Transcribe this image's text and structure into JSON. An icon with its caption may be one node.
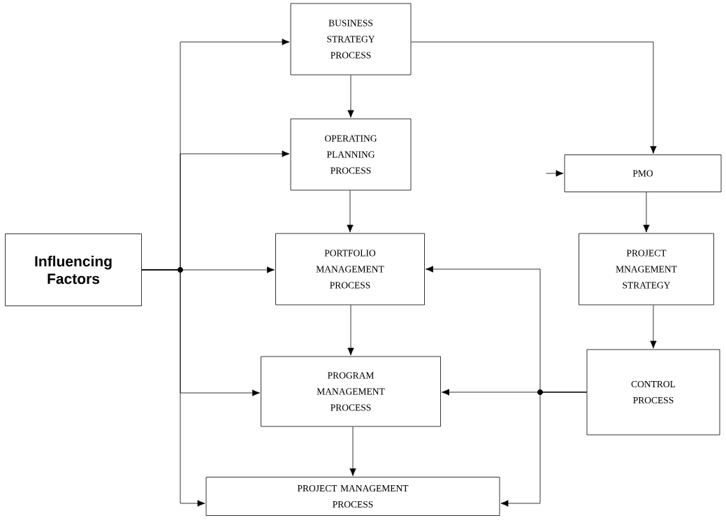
{
  "diagram": {
    "nodes": [
      {
        "text": [
          "Influencing Factors"
        ]
      },
      {
        "text": [
          "BUSINESS STRATEGY PROCESS"
        ]
      },
      {
        "text": [
          "OPERATING PLANNING PROCESS"
        ]
      },
      {
        "text": [
          "PMO"
        ]
      },
      {
        "text": [
          "PORTFOLIO MANAGEMENT PROCESS"
        ]
      },
      {
        "text": [
          "PROJECT MNAGEMENT STRATEGY"
        ]
      },
      {
        "text": [
          "PROGRAM MANAGEMENT PROCESS"
        ]
      },
      {
        "text": [
          "CONTROL PROCESS"
        ]
      },
      {
        "text": [
          "PROJECT MANAGEMENT PROCESS"
        ]
      }
    ],
    "edges": [
      {
        "from": 0,
        "to": 1,
        "arrow": "to"
      },
      {
        "from": 0,
        "to": 2,
        "arrow": "to"
      },
      {
        "from": 0,
        "to": 4,
        "arrow": "to"
      },
      {
        "from": 0,
        "to": 6,
        "arrow": "to"
      },
      {
        "from": 0,
        "to": 8,
        "arrow": "to"
      },
      {
        "from": 1,
        "to": 2,
        "arrow": "to"
      },
      {
        "from": 1,
        "to": 3,
        "arrow": "to"
      },
      {
        "from": 2,
        "to": 4,
        "arrow": "to"
      },
      {
        "from": 3,
        "to": 5,
        "arrow": "to"
      },
      {
        "from": 4,
        "to": 6,
        "arrow": "to"
      },
      {
        "from": 5,
        "to": 7,
        "arrow": "to"
      },
      {
        "from": 6,
        "to": 8,
        "arrow": "to"
      },
      {
        "from": 7,
        "to": 6,
        "arrow": "to"
      },
      {
        "from": 7,
        "to": 4,
        "arrow": "to"
      },
      {
        "from": 7,
        "to": 8,
        "arrow": "to"
      },
      {
        "from": null,
        "to": 3,
        "arrow": "to"
      }
    ]
  }
}
